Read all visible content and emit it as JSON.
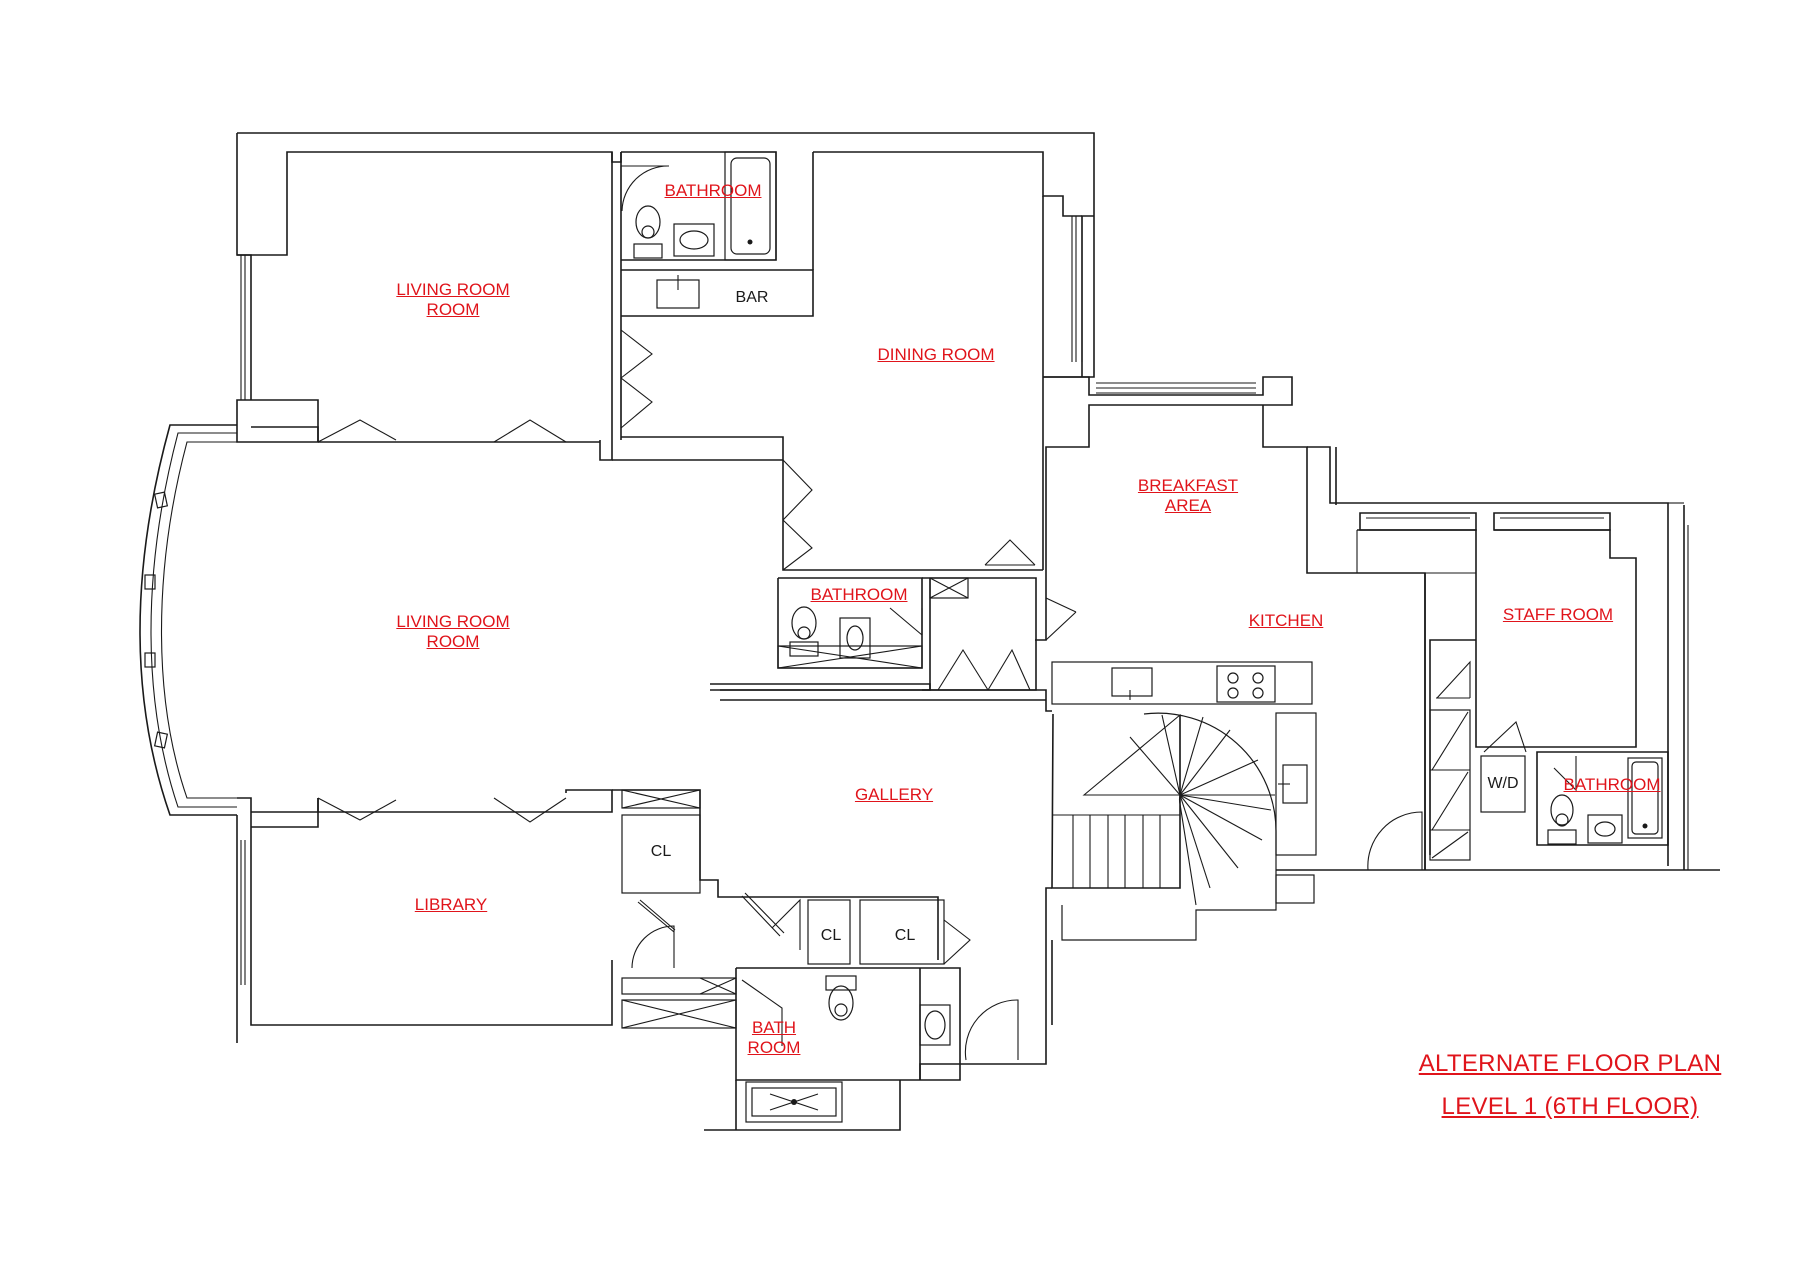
{
  "title": {
    "line1": "ALTERNATE FLOOR PLAN",
    "line2": "LEVEL 1 (6TH FLOOR)"
  },
  "rooms": {
    "bathroom_top": "BATHROOM",
    "living_room_upper": "LIVING ROOM\nROOM",
    "dining_room": "DINING ROOM",
    "breakfast_area": "BREAKFAST\nAREA",
    "living_room_main": "LIVING ROOM\nROOM",
    "bathroom_mid": "BATHROOM",
    "kitchen": "KITCHEN",
    "staff_room": "STAFF ROOM",
    "gallery": "GALLERY",
    "bathroom_staff": "BATHROOM",
    "library": "LIBRARY",
    "bath_room": "BATH\nROOM"
  },
  "fixtures": {
    "bar": "BAR",
    "closet_1": "CL",
    "closet_2": "CL",
    "closet_3": "CL",
    "washer_dryer": "W/D"
  },
  "colors": {
    "label_red": "#e0141b",
    "line": "#1a1a1a",
    "background": "#ffffff"
  }
}
